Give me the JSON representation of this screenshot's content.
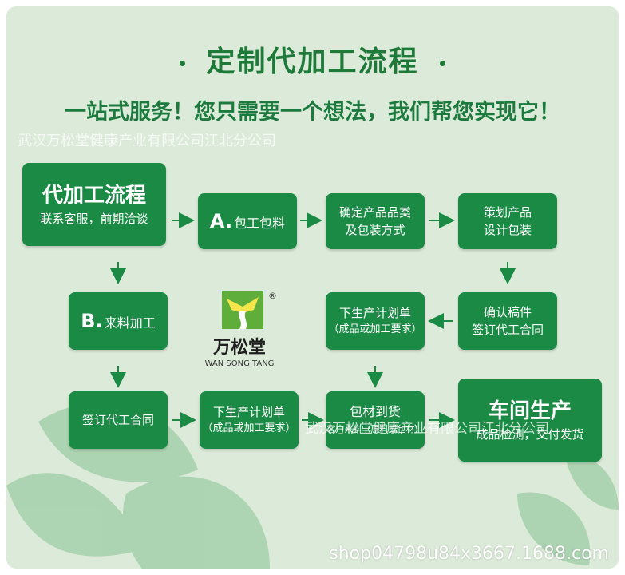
{
  "header": {
    "title": "定制代加工流程",
    "subtitle": "一站式服务！您只需要一个想法，我们帮您实现它！"
  },
  "watermark": {
    "company_top": "武汉万松堂健康产业有限公司江北分公司",
    "company_mid": "武汉万松堂健康产业有限公司江北分公司"
  },
  "steps": {
    "start": {
      "title": "代加工流程",
      "sub": "联系客服，前期洽谈"
    },
    "a": {
      "letter": "A.",
      "label": "包工包料"
    },
    "confirm_category": {
      "line1": "确定产品品类",
      "line2": "及包装方式"
    },
    "plan": {
      "line1": "策划产品",
      "line2": "设计包装"
    },
    "b": {
      "letter": "B.",
      "label": "来料加工"
    },
    "right_order": {
      "line1": "下生产计划单",
      "line2": "（成品或加工要求）"
    },
    "confirm_draft": {
      "line1": "确认稿件",
      "line2": "签订代工合同"
    },
    "sign": {
      "label": "签订代工合同"
    },
    "left_order": {
      "line1": "下生产计划单",
      "line2": "（成品或加工要求）"
    },
    "materials": {
      "line1": "包材到货",
      "line2": "客户来料（原料或包材）"
    },
    "workshop": {
      "title": "车间生产",
      "sub": "成品检测，交付发货"
    }
  },
  "logo": {
    "name": "万松堂",
    "pinyin": "WAN SONG TANG",
    "registered": "®"
  },
  "footer": {
    "shop": "shop04798u84x3667.1688.com"
  },
  "colors": {
    "panel": "#dcebd9",
    "box": "#1a8a45",
    "title": "#1f7a3a",
    "leaf": "#8fc49a"
  }
}
